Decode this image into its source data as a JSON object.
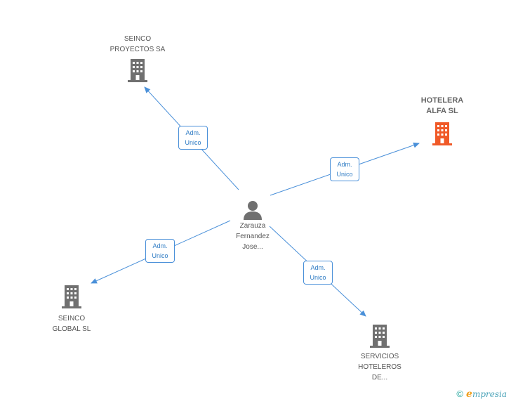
{
  "center": {
    "lines": [
      "Zarauza",
      "Fernandez",
      "Jose..."
    ]
  },
  "companies": {
    "seinco_proyectos": {
      "lines": [
        "SEINCO",
        "PROYECTOS SA"
      ]
    },
    "hotelera_alfa": {
      "lines": [
        "HOTELERA",
        "ALFA SL"
      ]
    },
    "seinco_global": {
      "lines": [
        "SEINCO",
        "GLOBAL SL"
      ]
    },
    "servicios_hoteleros": {
      "lines": [
        "SERVICIOS",
        "HOTELEROS",
        "DE..."
      ]
    }
  },
  "relations": [
    {
      "lines": [
        "Adm.",
        "Unico"
      ]
    },
    {
      "lines": [
        "Adm.",
        "Unico"
      ]
    },
    {
      "lines": [
        "Adm.",
        "Unico"
      ]
    },
    {
      "lines": [
        "Adm.",
        "Unico"
      ]
    }
  ],
  "colors": {
    "edge": "#4a90d9",
    "building": "#707070",
    "building_focus": "#f05a28",
    "person": "#707070"
  },
  "footer": {
    "copyright": "©",
    "brand_initial": "e",
    "brand_rest": "mpresia"
  }
}
